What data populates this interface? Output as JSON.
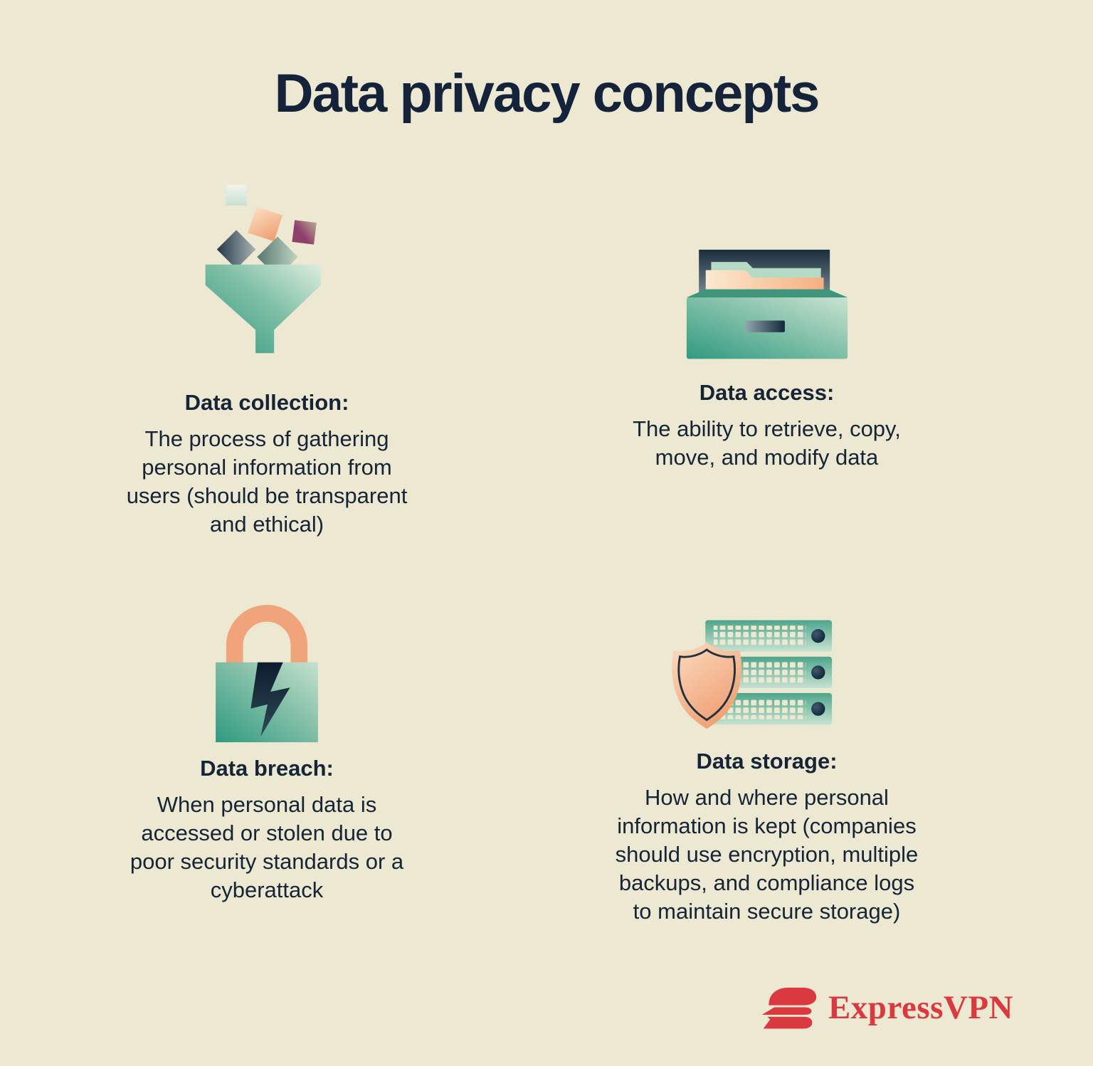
{
  "title": "Data privacy concepts",
  "concepts": [
    {
      "id": "data-collection",
      "icon": "funnel-icon",
      "heading": "Data collection:",
      "description": "The process of gathering\npersonal information from\nusers (should be transparent\nand ethical)"
    },
    {
      "id": "data-access",
      "icon": "file-drawer-icon",
      "heading": "Data access:",
      "description": "The ability to retrieve, copy,\nmove, and modify data"
    },
    {
      "id": "data-breach",
      "icon": "broken-padlock-icon",
      "heading": "Data breach:",
      "description": "When personal data is\naccessed or stolen due to\npoor security standards or a\ncyberattack"
    },
    {
      "id": "data-storage",
      "icon": "shield-servers-icon",
      "heading": "Data storage:",
      "description": "How and where personal\ninformation is kept (companies\nshould use encryption, multiple\nbackups, and compliance logs\nto maintain secure storage)"
    }
  ],
  "brand": {
    "name": "ExpressVPN",
    "logo_icon": "expressvpn-logo-icon"
  },
  "colors": {
    "background": "#ECE8D1",
    "text_navy": "#152537",
    "teal": "#3D9E85",
    "peach": "#F2A87E",
    "brand_red": "#D9393F"
  }
}
